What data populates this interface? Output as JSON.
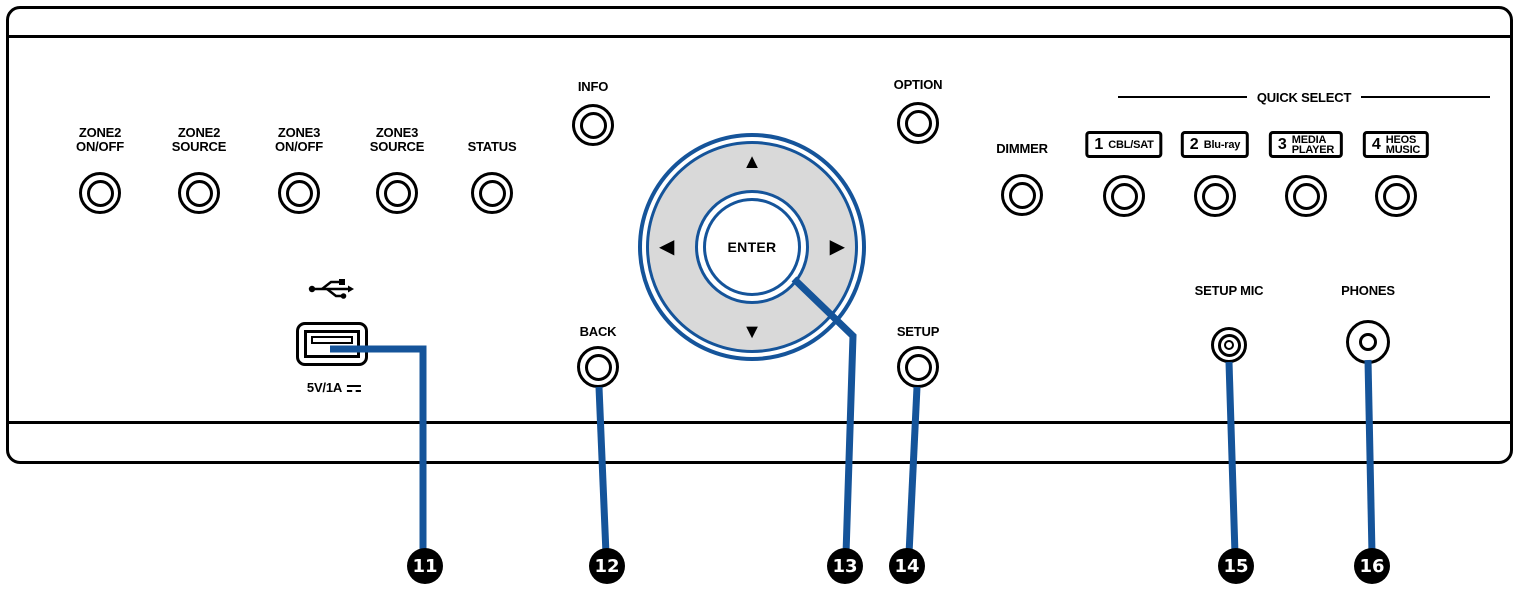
{
  "colors": {
    "accent_blue": "#15549A",
    "pad_gray": "#D9D9D9",
    "callout_bg": "#000000"
  },
  "panel_labels": {
    "info": "INFO",
    "option": "OPTION",
    "back": "BACK",
    "setup": "SETUP",
    "enter": "ENTER",
    "dimmer": "DIMMER",
    "status": "STATUS",
    "setup_mic": "SETUP MIC",
    "phones": "PHONES",
    "usb_power": "5V/1A",
    "quick_select_title": "QUICK SELECT"
  },
  "zone_buttons": [
    {
      "line1": "ZONE2",
      "line2": "ON/OFF"
    },
    {
      "line1": "ZONE2",
      "line2": "SOURCE"
    },
    {
      "line1": "ZONE3",
      "line2": "ON/OFF"
    },
    {
      "line1": "ZONE3",
      "line2": "SOURCE"
    }
  ],
  "quick_select_items": [
    {
      "number": "1",
      "line1": "CBL/SAT",
      "line2": ""
    },
    {
      "number": "2",
      "line1": "Blu-ray",
      "line2": ""
    },
    {
      "number": "3",
      "line1": "MEDIA",
      "line2": "PLAYER"
    },
    {
      "number": "4",
      "line1": "HEOS",
      "line2": "MUSIC"
    }
  ],
  "cursor_arrows": {
    "up": "▲",
    "down": "▼",
    "left": "◀",
    "right": "▶"
  },
  "callouts": {
    "usb": "11",
    "back": "12",
    "enter": "13",
    "setup": "14",
    "setup_mic": "15",
    "phones": "16"
  }
}
